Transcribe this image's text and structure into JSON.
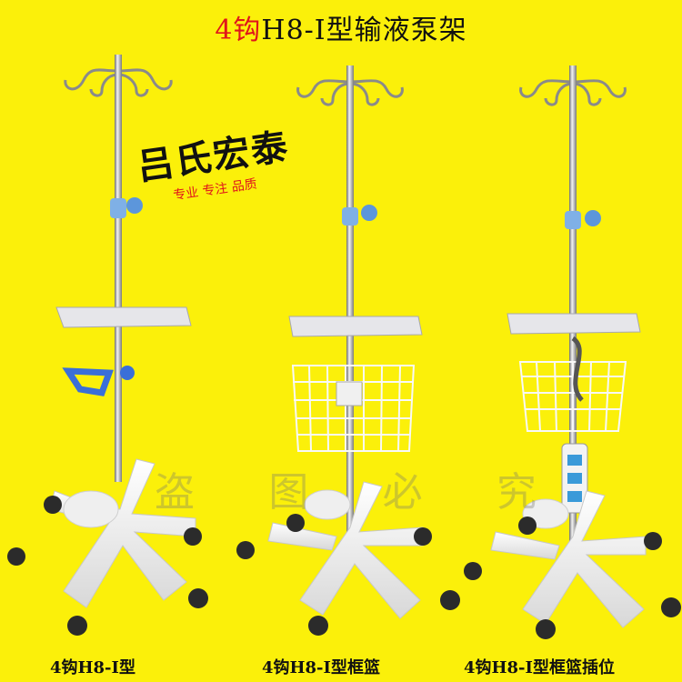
{
  "header": {
    "title_prefix": "4钩",
    "title_rest": "H8-I型输液泵架"
  },
  "brand": {
    "name": "吕氏宏泰",
    "slogan": "专业 专注 品质"
  },
  "watermark": [
    "盗",
    "图",
    "必",
    "究"
  ],
  "captions": [
    "4钩H8-I型",
    "4钩H8-I型框篮",
    "4钩H8-I型框篮插位"
  ],
  "colors": {
    "background": "#fbf00a",
    "accent_red": "#e0151b",
    "knob_blue": "#7fb0e6",
    "handle_blue": "#3a6fd8",
    "base_white": "#f4f4f4"
  }
}
